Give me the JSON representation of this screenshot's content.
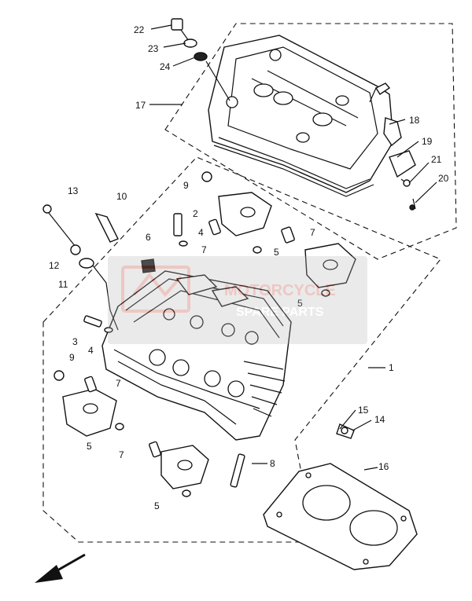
{
  "diagram": {
    "callouts": {
      "p1": "1",
      "p2": "2",
      "p3": "3",
      "p4a": "4",
      "p4b": "4",
      "p5a": "5",
      "p5b": "5",
      "p5c": "5",
      "p5d": "5",
      "p6": "6",
      "p7a": "7",
      "p7b": "7",
      "p7c": "7",
      "p7d": "7",
      "p8": "8",
      "p9a": "9",
      "p9b": "9",
      "p10": "10",
      "p11": "11",
      "p12": "12",
      "p13": "13",
      "p14": "14",
      "p15": "15",
      "p16": "16",
      "p17": "17",
      "p18": "18",
      "p19": "19",
      "p20": "20",
      "p21": "21",
      "p22": "22",
      "p23": "23",
      "p24": "24"
    },
    "watermark": {
      "brand_line1": "MOTORCYCLE",
      "brand_line2": "SPARE PARTS",
      "color": "#c0392b"
    },
    "front_arrow_icon": "arrow-down-left"
  }
}
